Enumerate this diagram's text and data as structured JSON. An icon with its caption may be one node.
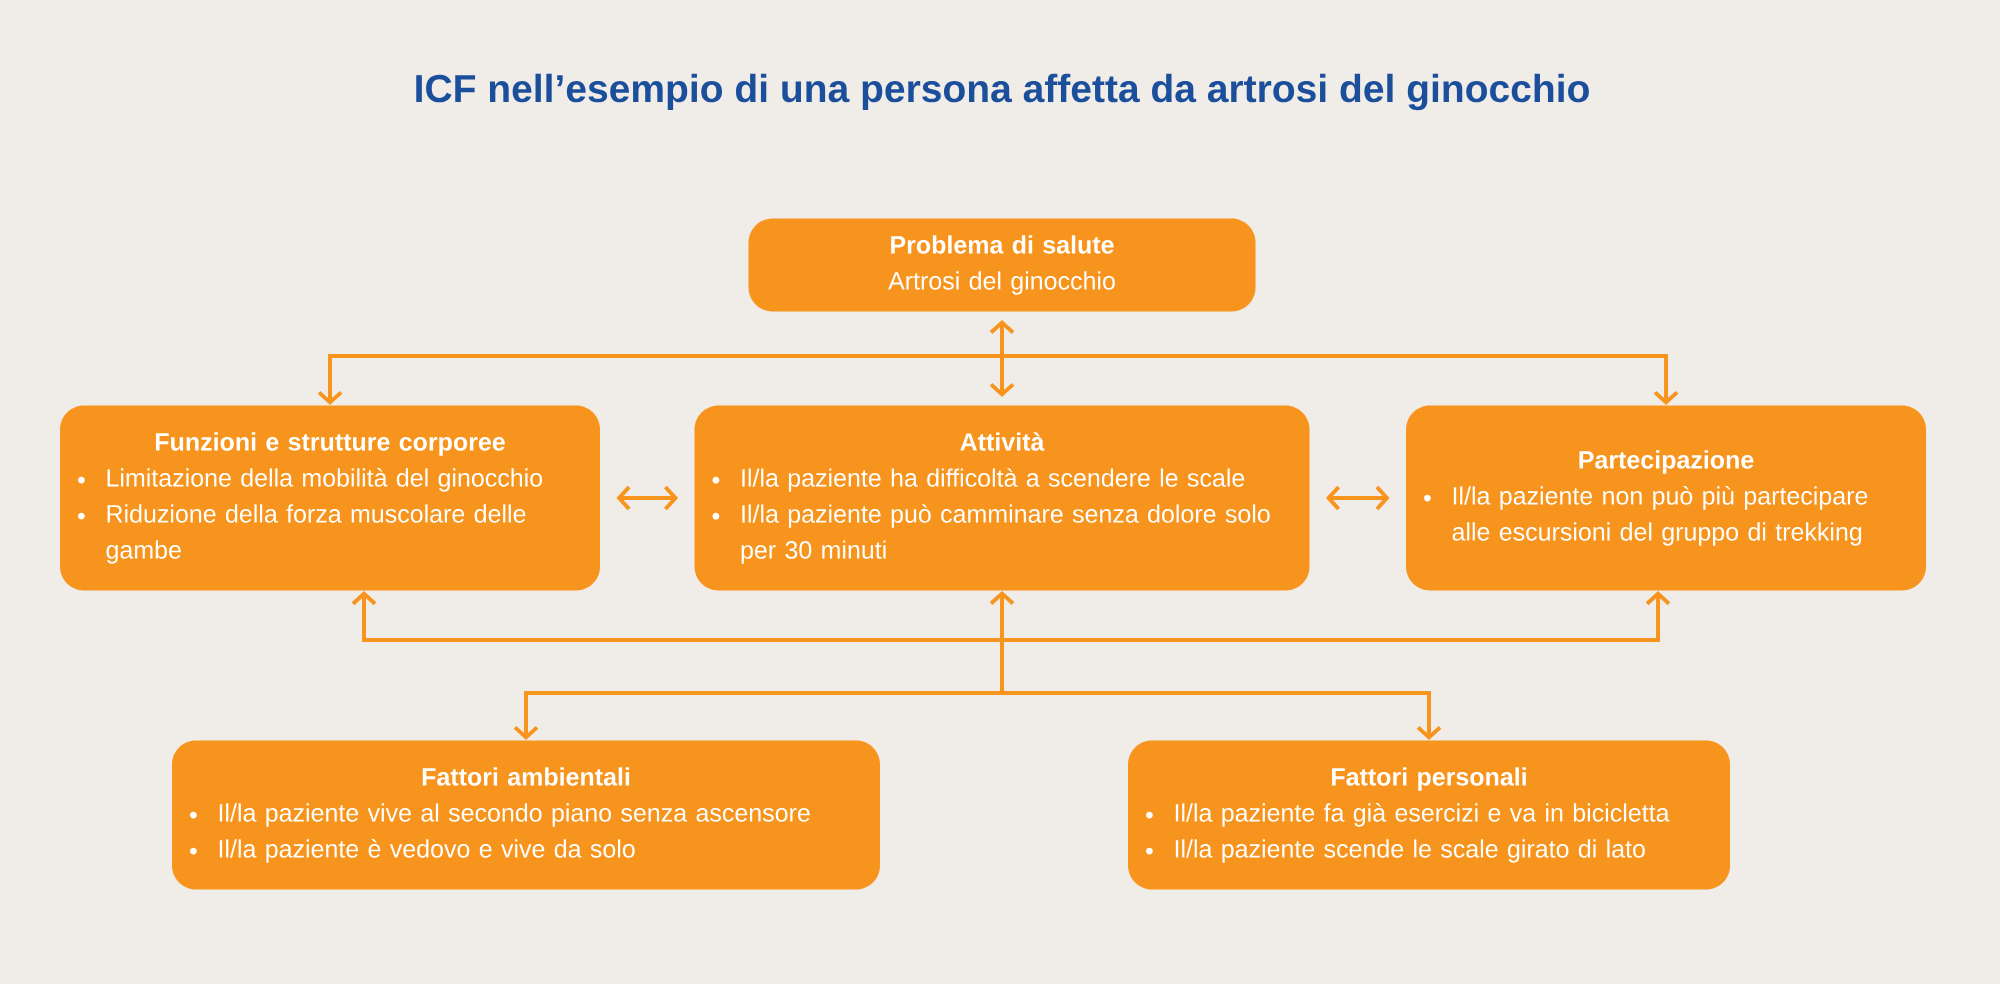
{
  "diagram": {
    "title": "ICF nell’esempio di una persona affetta da artrosi del ginocchio",
    "nodes": [
      {
        "text": [
          "Problema di salute",
          "Artrosi del ginocchio"
        ]
      },
      {
        "text": [
          "Funzioni e strutture corporee",
          "Limitazione della mobilità del ginocchio",
          "Riduzione della forza muscolare delle gambe"
        ]
      },
      {
        "text": [
          "Attività",
          "Il/la paziente ha difficoltà a scendere le scale",
          "Il/la paziente può camminare senza dolore solo per 30 minuti"
        ]
      },
      {
        "text": [
          "Partecipazione",
          "Il/la paziente non può più partecipare alle escursioni del gruppo di trekking"
        ]
      },
      {
        "text": [
          "Fattori ambientali",
          "Il/la paziente vive al secondo piano senza ascensore",
          "Il/la paziente è vedovo e vive da solo"
        ]
      },
      {
        "text": [
          "Fattori personali",
          "Il/la paziente fa già esercizi e va in bicicletta",
          "Il/la paziente scende le scale girato di lato"
        ]
      }
    ],
    "edges": [
      {
        "from": 0,
        "to": 1,
        "arrow": "both"
      },
      {
        "from": 0,
        "to": 2,
        "arrow": "both"
      },
      {
        "from": 0,
        "to": 3,
        "arrow": "both"
      },
      {
        "from": 1,
        "to": 2,
        "arrow": "both"
      },
      {
        "from": 2,
        "to": 3,
        "arrow": "both"
      },
      {
        "from": 4,
        "to": 1,
        "arrow": "both"
      },
      {
        "from": 4,
        "to": 2,
        "arrow": "both"
      },
      {
        "from": 4,
        "to": 3,
        "arrow": "both"
      },
      {
        "from": 5,
        "to": 1,
        "arrow": "both"
      },
      {
        "from": 5,
        "to": 2,
        "arrow": "both"
      },
      {
        "from": 5,
        "to": 3,
        "arrow": "both"
      }
    ]
  }
}
